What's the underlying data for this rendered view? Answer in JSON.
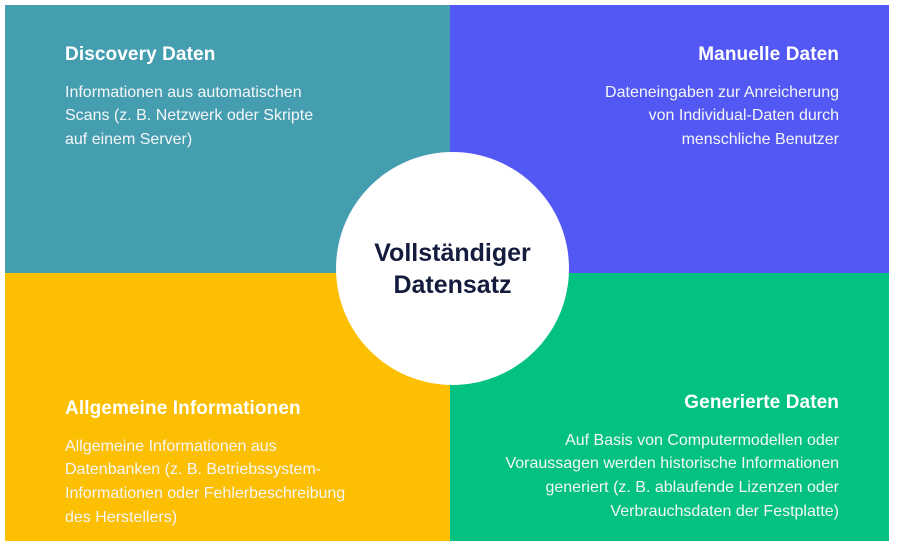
{
  "diagram": {
    "type": "four-quadrant-matrix-with-center-hub",
    "center": {
      "label": "Vollständiger\nDatensatz",
      "text_color": "#141b3d",
      "background": "#ffffff"
    },
    "quadrants": [
      {
        "position": "top-left",
        "title": "Discovery Daten",
        "body": "Informationen aus automatischen\nScans (z. B. Netzwerk oder Skripte\nauf einem Server)",
        "color": "#459eb0",
        "align": "left"
      },
      {
        "position": "top-right",
        "title": "Manuelle Daten",
        "body": "Dateneingaben zur Anreicherung\nvon Individual-Daten durch\nmenschliche Benutzer",
        "color": "#5358f4",
        "align": "right"
      },
      {
        "position": "bottom-left",
        "title": "Allgemeine Informationen",
        "body": "Allgemeine Informationen aus\nDatenbanken (z. B. Betriebssystem-\nInformationen oder Fehlerbeschreibung\ndes Herstellers)",
        "color": "#fdbf01",
        "align": "left"
      },
      {
        "position": "bottom-right",
        "title": "Generierte Daten",
        "body": "Auf Basis von Computermodellen oder\nVoraussagen werden historische Informationen\ngeneriert (z. B. ablaufende Lizenzen oder\nVerbrauchsdaten der Festplatte)",
        "color": "#03c281",
        "align": "right"
      }
    ]
  }
}
